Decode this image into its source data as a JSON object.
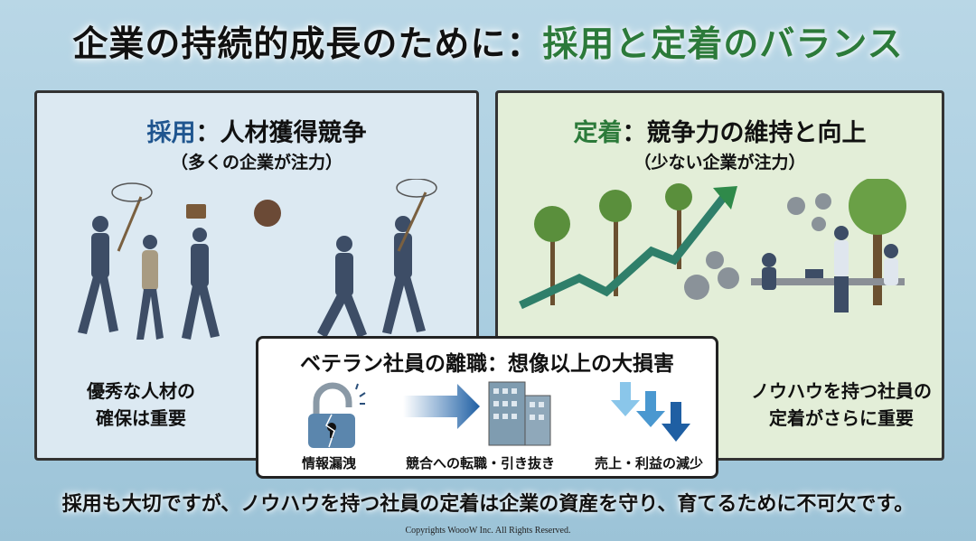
{
  "title": {
    "part1": "企業の持続的成長のために：",
    "part2": "採用と定着のバランス"
  },
  "left_panel": {
    "keyword": "採用",
    "heading": "：人材獲得競争",
    "subtitle": "（多くの企業が注力）",
    "note_line1": "優秀な人材の",
    "note_line2": "確保は重要"
  },
  "right_panel": {
    "keyword": "定着",
    "heading": "：競争力の維持と向上",
    "subtitle": "（少ない企業が注力）",
    "note_line1": "ノウハウを持つ社員の",
    "note_line2": "定着がさらに重要"
  },
  "center_box": {
    "heading": "ベテラン社員の離職：想像以上の大損害",
    "items": [
      {
        "label": "情報漏洩",
        "icon": "broken-lock-icon"
      },
      {
        "label": "競合への転職・引き抜き",
        "icon": "arrow-to-building-icon"
      },
      {
        "label": "売上・利益の減少",
        "icon": "down-arrows-icon"
      }
    ]
  },
  "bottom_message": "採用も大切ですが、ノウハウを持つ社員の定着は企業の資産を守り、育てるために不可欠です。",
  "copyright": "Copyrights WoooW Inc. All Rights Reserved.",
  "colors": {
    "recruit": "#1f558f",
    "retention": "#2c7a3a"
  }
}
